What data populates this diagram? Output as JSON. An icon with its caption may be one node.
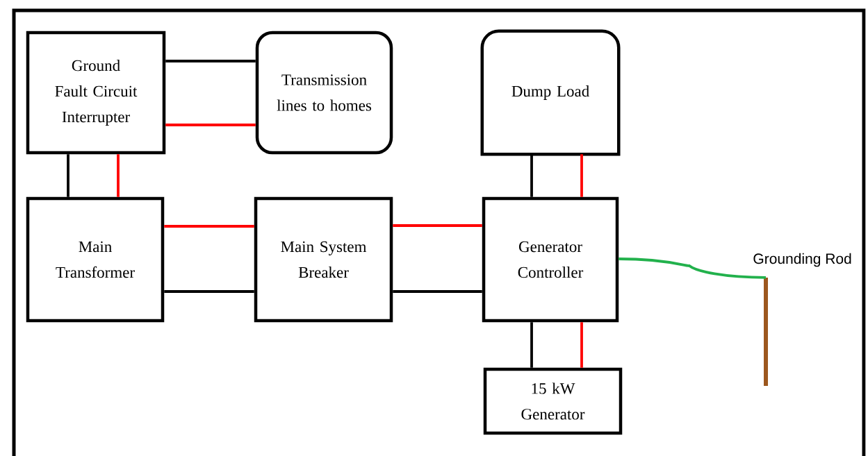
{
  "diagram": {
    "nodes": [
      {
        "text": [
          "Ground Fault Circuit Interrupter"
        ]
      },
      {
        "text": [
          "Transmission lines to homes"
        ]
      },
      {
        "text": [
          "Dump Load"
        ]
      },
      {
        "text": [
          "Main Transformer"
        ]
      },
      {
        "text": [
          "Main System Breaker"
        ]
      },
      {
        "text": [
          "Generator Controller"
        ]
      },
      {
        "text": [
          "15 kW Generator"
        ]
      },
      {
        "text": [],
        "shape": "bar",
        "beside": [
          "Grounding Rod"
        ]
      }
    ],
    "edges": [
      {
        "from": 0,
        "to": 1,
        "arrow": "none"
      },
      {
        "from": 0,
        "to": 1,
        "arrow": "none",
        "color": "#ff0000"
      },
      {
        "from": 0,
        "to": 3,
        "arrow": "none"
      },
      {
        "from": 0,
        "to": 3,
        "arrow": "none",
        "color": "#ff0000"
      },
      {
        "from": 3,
        "to": 4,
        "arrow": "none",
        "color": "#ff0000"
      },
      {
        "from": 3,
        "to": 4,
        "arrow": "none"
      },
      {
        "from": 4,
        "to": 5,
        "arrow": "none",
        "color": "#ff0000"
      },
      {
        "from": 4,
        "to": 5,
        "arrow": "none"
      },
      {
        "from": 2,
        "to": 5,
        "arrow": "none"
      },
      {
        "from": 2,
        "to": 5,
        "arrow": "none",
        "color": "#ff0000"
      },
      {
        "from": 5,
        "to": 6,
        "arrow": "none"
      },
      {
        "from": 5,
        "to": 6,
        "arrow": "none",
        "color": "#ff0000"
      },
      {
        "from": 5,
        "to": 7,
        "arrow": "none",
        "color": "#22b14c"
      }
    ]
  }
}
